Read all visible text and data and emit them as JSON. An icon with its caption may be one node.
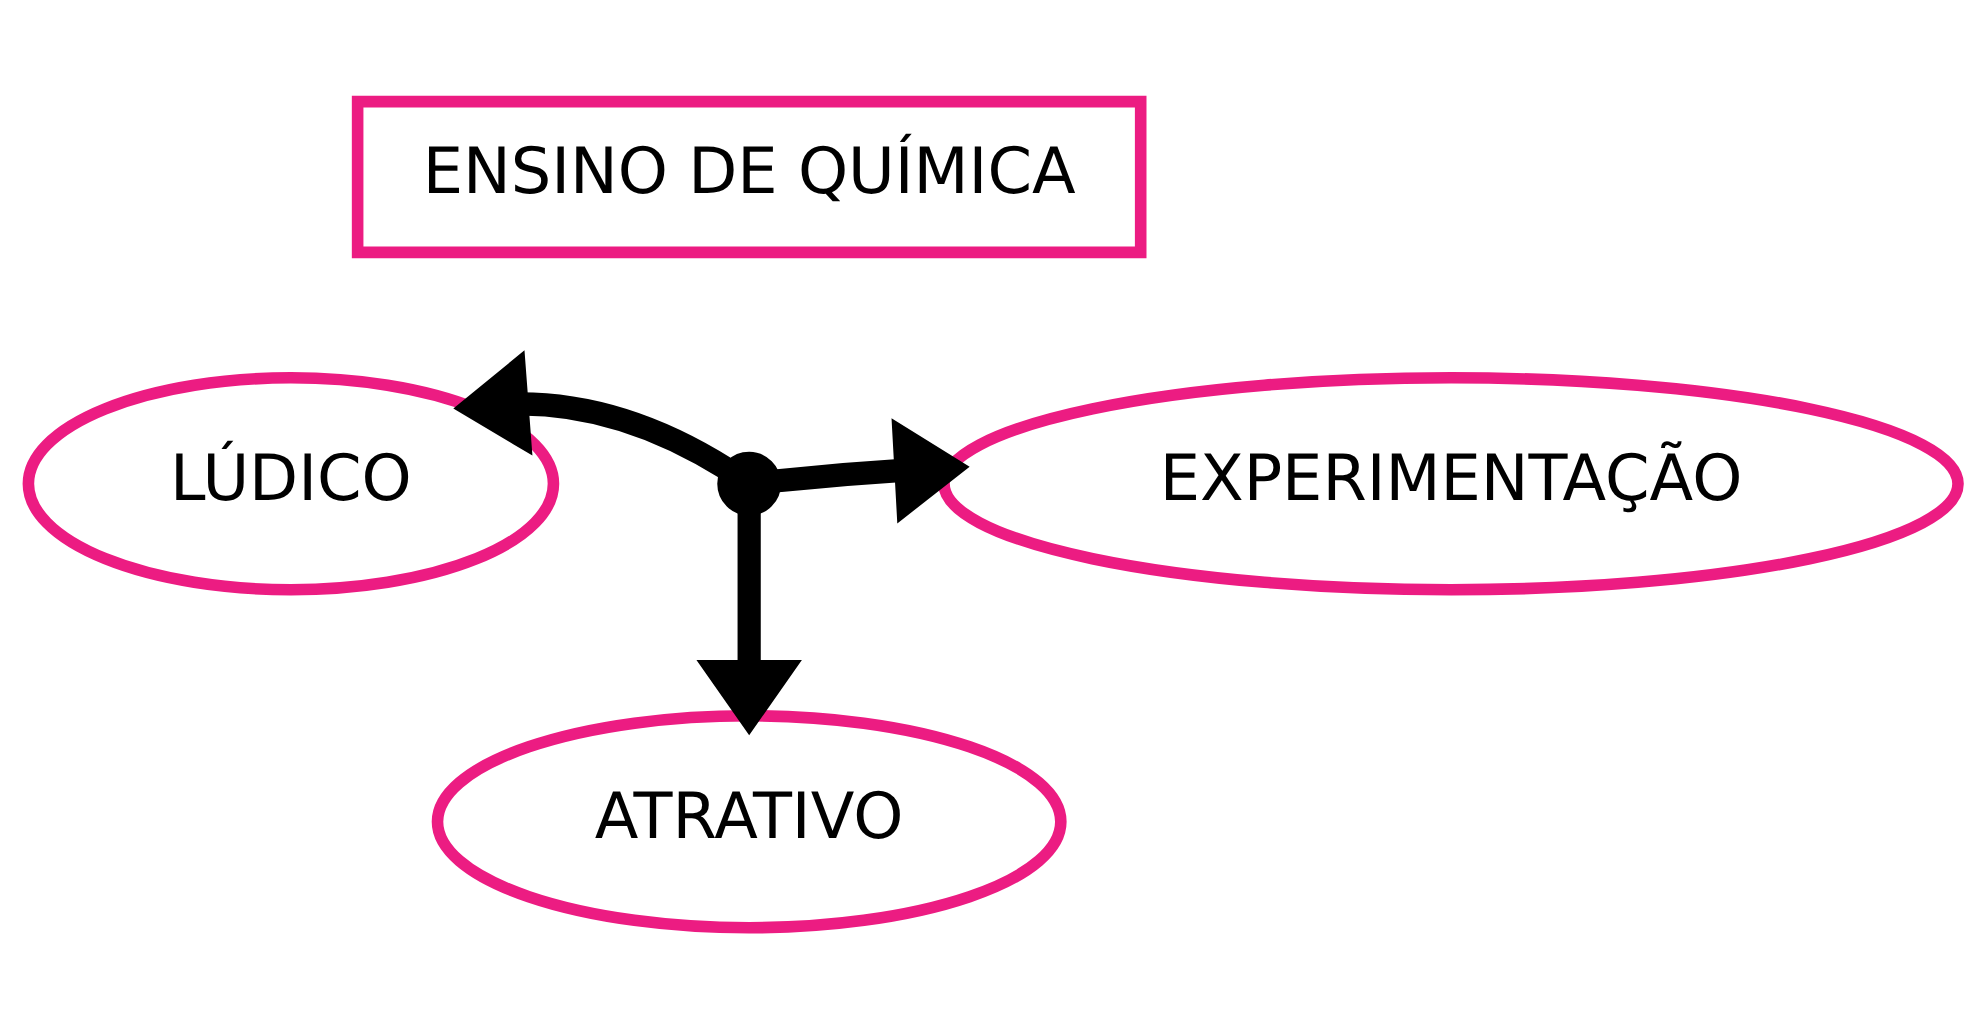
{
  "diagram": {
    "nodes": [
      {
        "text": [
          "ENSINO DE QUÍMICA"
        ]
      },
      {
        "text": [
          "LÚDICO"
        ]
      },
      {
        "text": [
          "EXPERIMENTAÇÃO"
        ]
      },
      {
        "text": [
          "ATRATIVO"
        ]
      },
      {
        "text": [],
        "shape": "point"
      }
    ],
    "edges": [
      {
        "from": 4,
        "to": 1,
        "arrow": "to"
      },
      {
        "from": 4,
        "to": 2,
        "arrow": "to"
      },
      {
        "from": 4,
        "to": 3,
        "arrow": "to"
      }
    ]
  }
}
